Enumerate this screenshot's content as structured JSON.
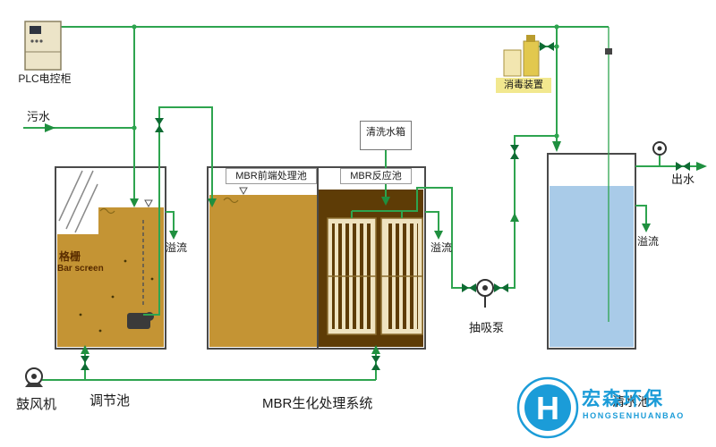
{
  "colors": {
    "pipe_green": "#2ea44f",
    "arrow_green": "#1f8f3f",
    "valve_dark": "#0e6b33",
    "tank_border": "#4a4a4a",
    "regulating_liquid": "#c49434",
    "mbr_front_liquid": "#c49434",
    "mbr_reaction_liquid": "#5e3c06",
    "clean_water": "#a9cbe8",
    "membrane_frame": "#efe3c0",
    "membrane_stripe": "#5e3c06",
    "cabinet_fill": "#ece4c8",
    "cabinet_border": "#8a8060",
    "disinfect_pale": "#f2e6b0",
    "disinfect_yellow": "#e2c84e",
    "label_yellow_bg": "#f2e88f",
    "logo_blue": "#1b9cd8",
    "bar_screen_text": "#5a2d00"
  },
  "nodes": {
    "plc": {
      "label": "PLC电控柜"
    },
    "sewage": {
      "label": "污水"
    },
    "regulating_tank": {
      "label": "调节池",
      "screen_cn": "格栅",
      "screen_en": "Bar screen",
      "overflow": "溢流"
    },
    "mbr": {
      "system_label": "MBR生化处理系统",
      "front_label": "MBR前端处理池",
      "reaction_label": "MBR反应池",
      "overflow": "溢流"
    },
    "cleaning_tank": {
      "label": "清洗水箱"
    },
    "disinfection": {
      "label": "消毒装置"
    },
    "suction_pump": {
      "label": "抽吸泵"
    },
    "blower": {
      "label": "鼓风机"
    },
    "clean_tank": {
      "label": "清水池",
      "overflow": "溢流"
    },
    "outlet": {
      "label": "出水"
    }
  },
  "logo": {
    "monogram": "H",
    "name_cn": "宏森环保",
    "name_en": "HONGSENHUANBAO"
  }
}
